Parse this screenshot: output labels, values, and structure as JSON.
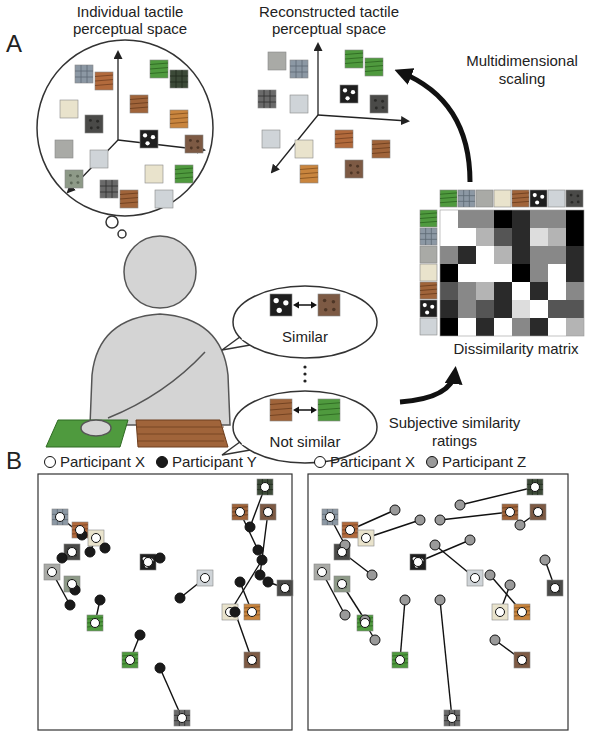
{
  "diagram": {
    "nodes": [
      {
        "text": [
          "Similar"
        ]
      },
      {
        "text": [
          "Not similar"
        ]
      }
    ],
    "labels": [
      "A",
      "Individual tactile perceptual space",
      "Reconstructed tactile perceptual space",
      "Multidimensional scaling",
      "Dissimilarity matrix",
      "Subjective similarity ratings",
      "B"
    ],
    "legend": [
      {
        "text": "Participant X",
        "color": "#ffffff"
      },
      {
        "text": "Participant Y",
        "color": "#1a1a1a"
      },
      {
        "text": "Participant X",
        "color": "#ffffff"
      },
      {
        "text": "Participant Z",
        "color": "#9a9a9a"
      }
    ]
  }
}
